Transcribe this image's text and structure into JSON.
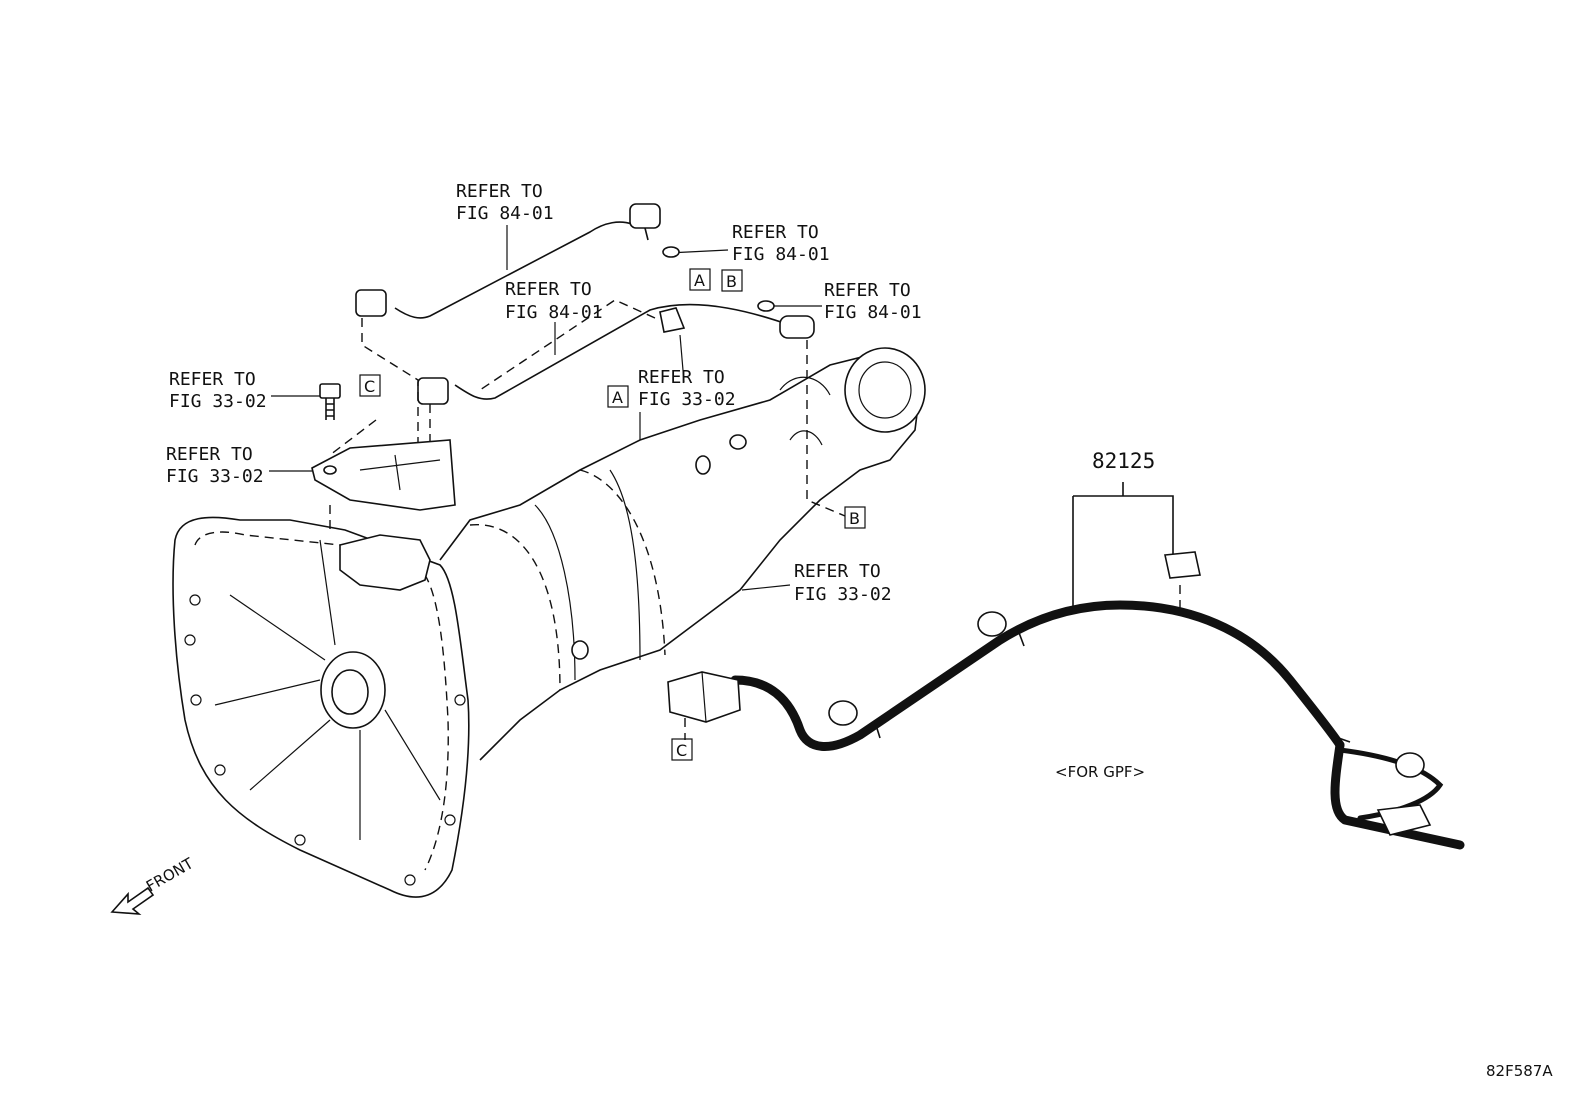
{
  "refs": [
    {
      "id": "ref-84-01-top",
      "line1": "REFER TO",
      "line2": "FIG 84-01"
    },
    {
      "id": "ref-84-01-upper-right",
      "line1": "REFER TO",
      "line2": "FIG 84-01"
    },
    {
      "id": "ref-84-01-middle",
      "line1": "REFER TO",
      "line2": "FIG 84-01"
    },
    {
      "id": "ref-84-01-right",
      "line1": "REFER TO",
      "line2": "FIG 84-01"
    },
    {
      "id": "ref-33-02-bolt",
      "line1": "REFER TO",
      "line2": "FIG 33-02"
    },
    {
      "id": "ref-33-02-bracket",
      "line1": "REFER TO",
      "line2": "FIG 33-02"
    },
    {
      "id": "ref-33-02-center",
      "line1": "REFER TO",
      "line2": "FIG 33-02"
    },
    {
      "id": "ref-33-02-lower",
      "line1": "REFER TO",
      "line2": "FIG 33-02"
    }
  ],
  "callouts": {
    "A": "A",
    "B": "B",
    "C": "C"
  },
  "part_number": "82125",
  "variant_note": "<FOR GPF>",
  "front_label": "FRONT",
  "diagram_code": "82F587A"
}
